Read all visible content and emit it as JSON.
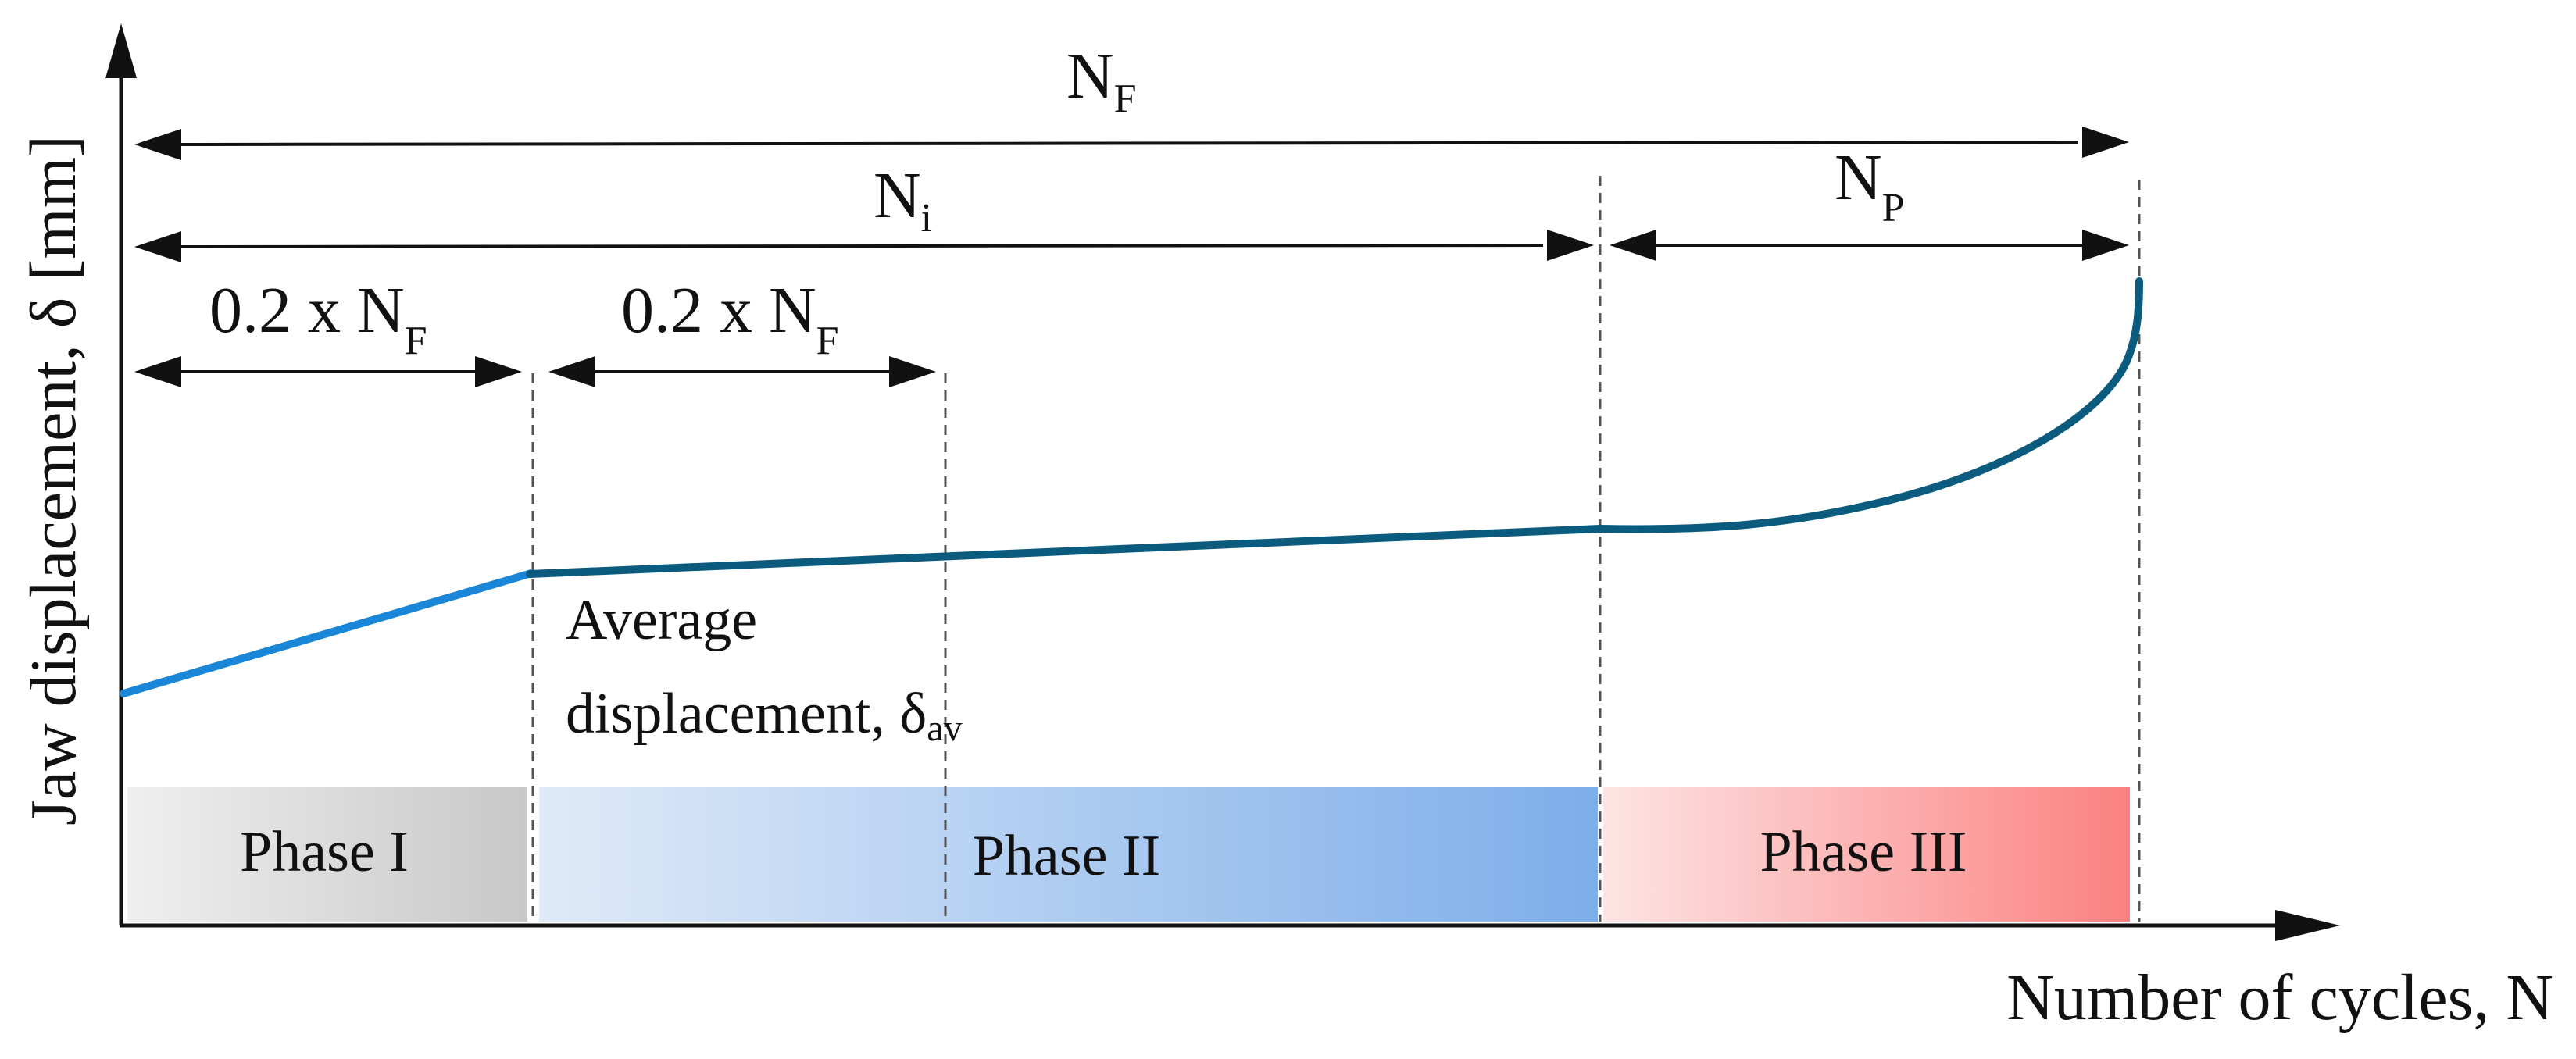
{
  "colors": {
    "phase1_line": "#1a86d8",
    "curve": "#0a5b7e",
    "axis": "#111111",
    "phase1_band_left": "#efefef",
    "phase1_band_right": "#c8c8c8",
    "phase2_band_left": "#dfeaf8",
    "phase2_band_right": "#7daee9",
    "phase3_band_left": "#fde4e4",
    "phase3_band_right": "#fb8181"
  },
  "axes": {
    "y_label": "Jaw displacement, δ [mm]",
    "x_label": "Number of cycles, N"
  },
  "annotations": {
    "nf": {
      "main": "N",
      "sub": "F"
    },
    "ni": {
      "main": "N",
      "sub": "i"
    },
    "np": {
      "main": "N",
      "sub": "P"
    },
    "span1": {
      "main": "0.2 x N",
      "sub": "F"
    },
    "span2": {
      "main": "0.2 x N",
      "sub": "F"
    },
    "avg_line1": "Average",
    "avg_line2_main": "displacement, δ",
    "avg_line2_sub": "av"
  },
  "phases": [
    {
      "label": "Phase I"
    },
    {
      "label": "Phase II"
    },
    {
      "label": "Phase III"
    }
  ]
}
